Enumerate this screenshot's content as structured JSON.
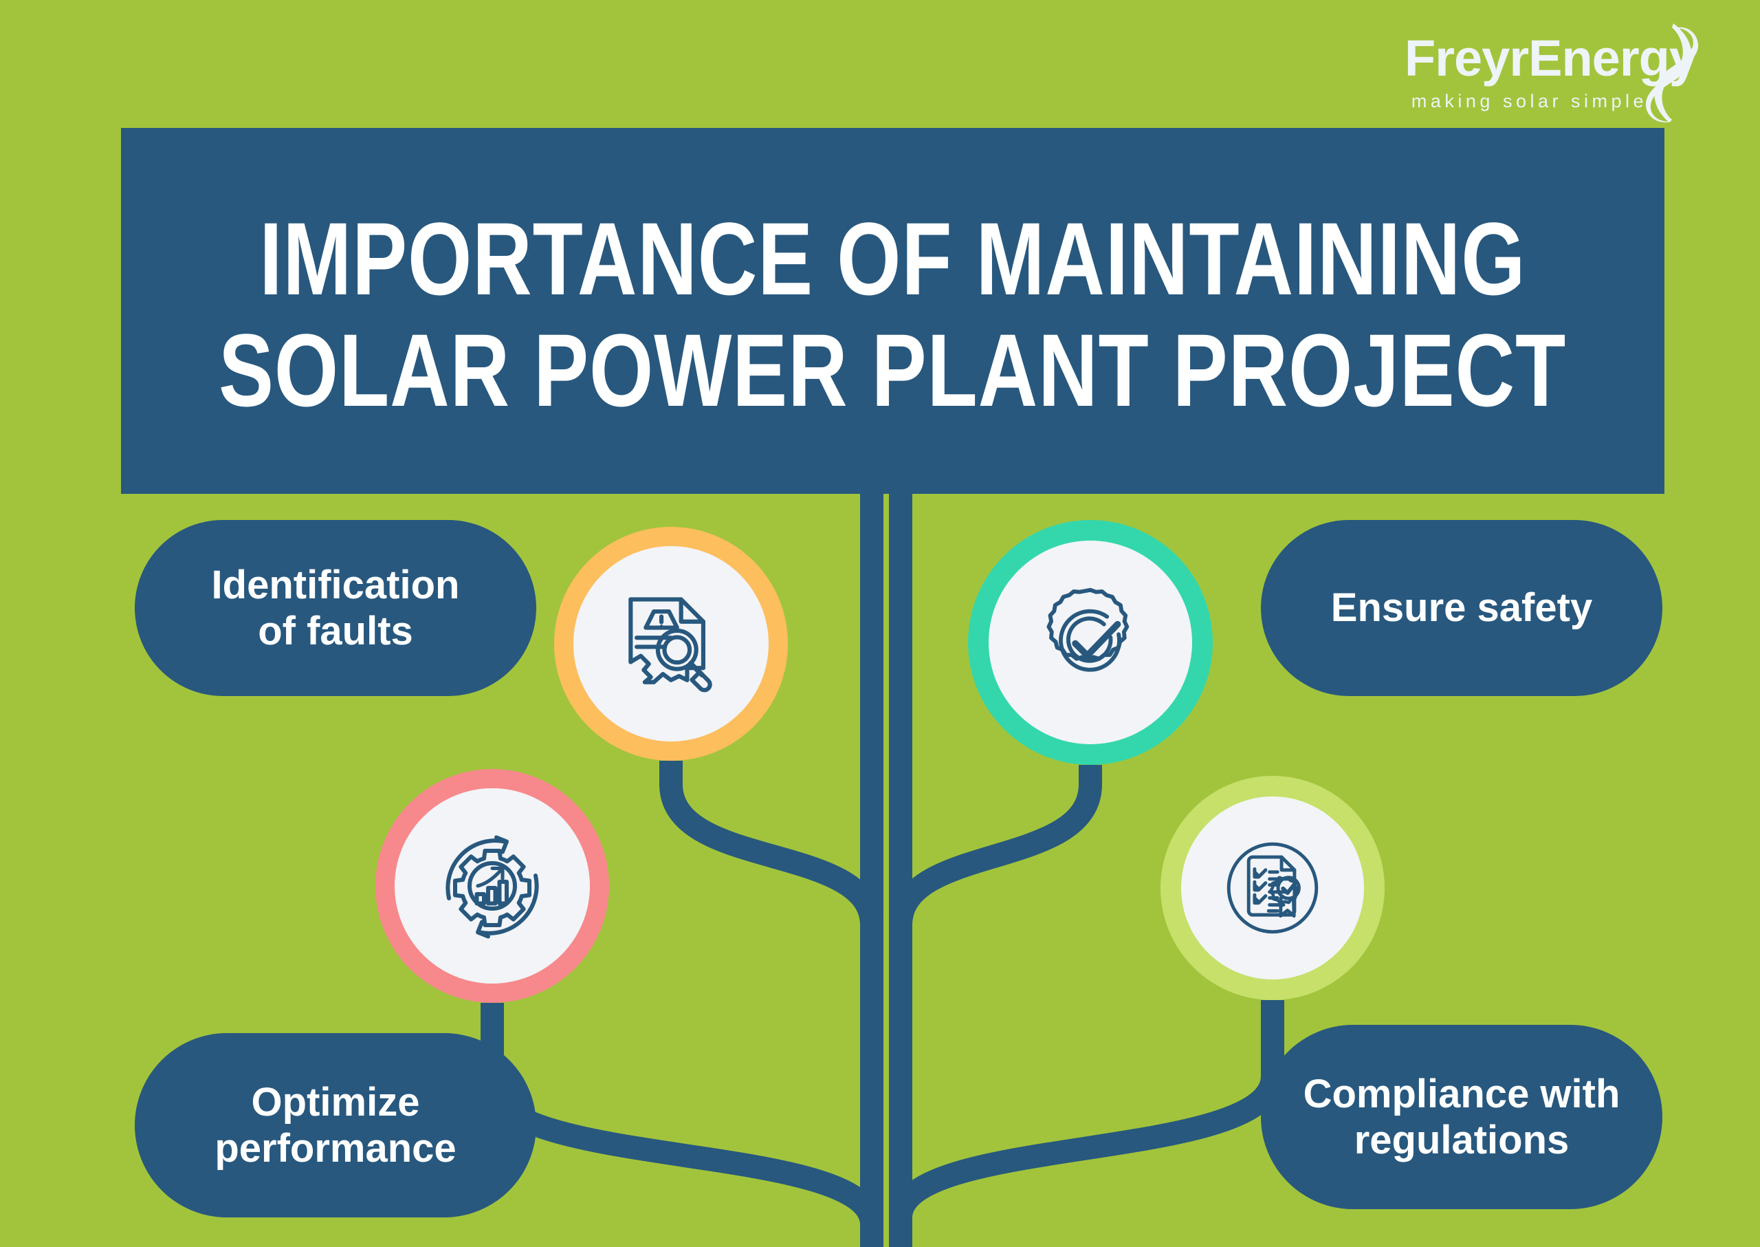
{
  "brand": {
    "logo_wordmark": "FreyrEnergy",
    "logo_tagline": "making solar simple",
    "logo_mark_icon": "infinity-leaf-icon"
  },
  "colors": {
    "background_green": "#A2C43C",
    "primary_blue": "#28587E",
    "white": "#FFFFFF",
    "icon_fill": "#F2F4F7",
    "ring_orange": "#FDBE5E",
    "ring_teal": "#34D7AC",
    "ring_pink": "#F7898C",
    "ring_lime": "#C6E06A",
    "icon_stroke": "#28587E"
  },
  "title": {
    "line1": "IMPORTANCE OF MAINTAINING",
    "line2": "SOLAR POWER PLANT PROJECT",
    "full": "IMPORTANCE OF MAINTAINING SOLAR POWER PLANT PROJECT"
  },
  "branches": [
    {
      "id": "faults",
      "side": "left",
      "label_line1": "Identification",
      "label_line2": "of faults",
      "label_full": "Identification of faults",
      "icon": "document-warning-magnifier-icon",
      "ring_color": "#FDBE5E"
    },
    {
      "id": "safety",
      "side": "right",
      "label_line1": "Ensure safety",
      "label_line2": "",
      "label_full": "Ensure safety",
      "icon": "badge-check-icon",
      "ring_color": "#34D7AC"
    },
    {
      "id": "optimize",
      "side": "left",
      "label_line1": "Optimize",
      "label_line2": "performance",
      "label_full": "Optimize performance",
      "icon": "gear-growth-chart-icon",
      "ring_color": "#F7898C"
    },
    {
      "id": "compliance",
      "side": "right",
      "label_line1": "Compliance with",
      "label_line2": "regulations",
      "label_full": "Compliance with regulations",
      "icon": "checklist-seal-icon",
      "ring_color": "#C6E06A"
    }
  ]
}
